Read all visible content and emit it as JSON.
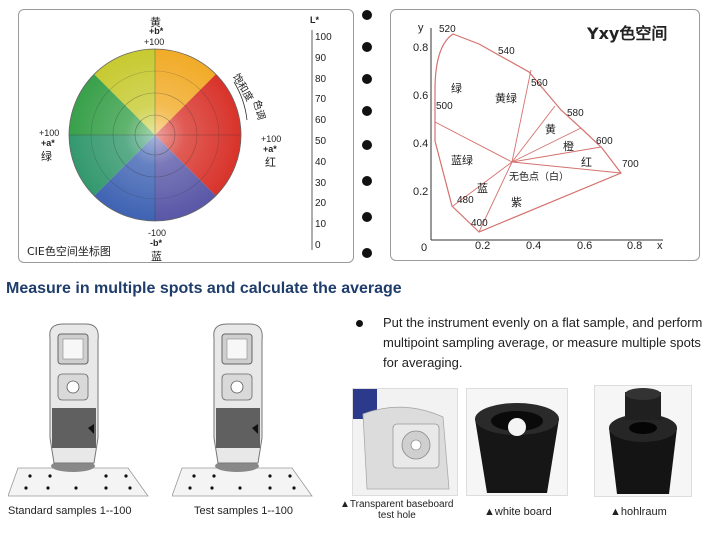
{
  "cie_panel": {
    "label_top_cn": "黄",
    "label_top_b": "+b*",
    "label_top_val": "+100",
    "label_bottom_val": "-100",
    "label_bottom_b": "-b*",
    "label_bottom_cn": "蓝",
    "label_left_val": "+100",
    "label_left_a": "+a*",
    "label_left_cn": "绿",
    "label_right_val": "+100",
    "label_right_a": "+a*",
    "label_right_cn": "红",
    "saturation_label": "饱和度",
    "hue_label": "色调",
    "l_axis_title": "L*",
    "l_ticks": [
      "100",
      "90",
      "80",
      "70",
      "60",
      "50",
      "40",
      "30",
      "20",
      "10",
      "0"
    ],
    "caption": "CIE色空间坐标图"
  },
  "yxy_panel": {
    "title": "Yxy色空间",
    "y_axis": "y",
    "x_axis": "x",
    "origin": "0",
    "y_ticks": [
      "0.8",
      "0.6",
      "0.4",
      "0.2"
    ],
    "x_ticks": [
      "0.2",
      "0.4",
      "0.6",
      "0.8"
    ],
    "wavelengths": [
      "520",
      "540",
      "560",
      "580",
      "600",
      "700",
      "500",
      "480",
      "400"
    ],
    "regions": {
      "green": "绿",
      "yellow_green": "黄绿",
      "yellow": "黄",
      "orange": "橙",
      "red": "红",
      "cyan_green": "蓝绿",
      "blue": "蓝",
      "purple": "紫",
      "achromatic": "无色点（白）"
    }
  },
  "heading": "Measure in multiple spots and calculate the average",
  "instrument_left_caption": "Standard samples 1--100",
  "instrument_right_caption": "Test samples 1--100",
  "description": "Put the instrument evenly on a flat sample, and perform multipoint sampling average, or measure multiple spots for averaging.",
  "photos": {
    "baseboard_caption_line1": "▲Transparent baseboard",
    "baseboard_caption_line2": "test hole",
    "white_board_caption": "▲white  board",
    "hohlraum_caption": "▲hohlraum"
  }
}
